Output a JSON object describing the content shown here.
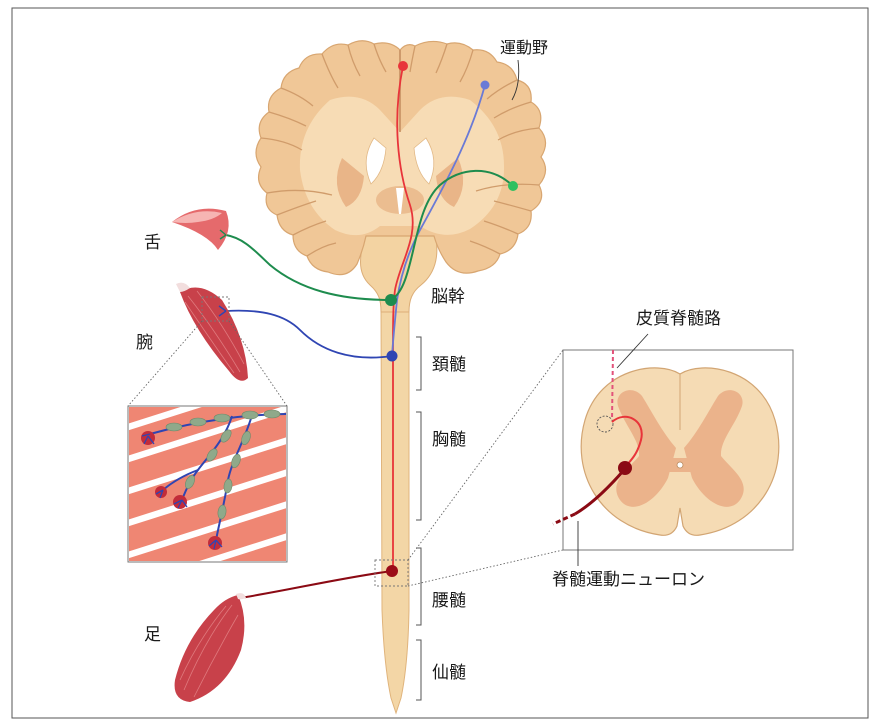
{
  "labels": {
    "motor_cortex": "運動野",
    "tongue": "舌",
    "arm": "腕",
    "brainstem": "脳幹",
    "cervical": "頚髄",
    "thoracic": "胸髄",
    "lumbar": "腰髄",
    "sacral": "仙髄",
    "leg": "足",
    "corticospinal_tract": "皮質脊髄路",
    "spinal_motor_neuron": "脊髄運動ニューロン"
  },
  "colors": {
    "brain": "#f2cc9e",
    "spinal_cord": "#f3d6a6",
    "red_pathway": "#e8343a",
    "blue_pathway": "#3a4fb8",
    "green_pathway": "#1e8c4e",
    "dark_red_pathway": "#8b0a14",
    "muscle": "#c8414a"
  }
}
